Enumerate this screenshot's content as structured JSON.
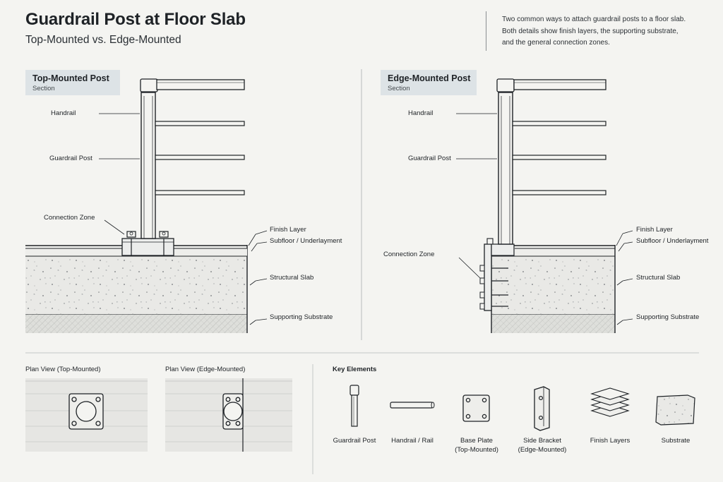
{
  "header": {
    "title": "Guardrail Post at Floor Slab",
    "subtitle": "Top-Mounted vs. Edge-Mounted",
    "intro_lines": [
      "Two common ways to attach guardrail posts to a floor slab.",
      "Both details show finish layers, the supporting substrate,",
      "and the general connection zones."
    ]
  },
  "top_mounted": {
    "title": "Top-Mounted Post",
    "subtitle": "Section",
    "labels": {
      "handrail": "Handrail",
      "guardrail_post": "Guardrail Post",
      "connection_zone": "Connection Zone",
      "finish_layer": "Finish Layer",
      "subfloor": "Subfloor / Underlayment",
      "structural_slab": "Structural Slab",
      "supporting_substrate": "Supporting Substrate"
    }
  },
  "edge_mounted": {
    "title": "Edge-Mounted Post",
    "subtitle": "Section",
    "labels": {
      "handrail": "Handrail",
      "guardrail_post": "Guardrail Post",
      "connection_zone": "Connection Zone",
      "finish_layer": "Finish Layer",
      "subfloor": "Subfloor / Underlayment",
      "structural_slab": "Structural Slab",
      "supporting_substrate": "Supporting Substrate"
    }
  },
  "plan_views": {
    "top": "Plan View (Top-Mounted)",
    "edge": "Plan View (Edge-Mounted)"
  },
  "key_elements": {
    "heading": "Key Elements",
    "items": [
      {
        "icon": "guardrail-post-icon",
        "label_lines": [
          "Guardrail Post"
        ]
      },
      {
        "icon": "handrail-icon",
        "label_lines": [
          "Handrail / Rail"
        ]
      },
      {
        "icon": "base-plate-icon",
        "label_lines": [
          "Base Plate",
          "(Top-Mounted)"
        ]
      },
      {
        "icon": "side-bracket-icon",
        "label_lines": [
          "Side Bracket",
          "(Edge-Mounted)"
        ]
      },
      {
        "icon": "finish-layers-icon",
        "label_lines": [
          "Finish Layers"
        ]
      },
      {
        "icon": "substrate-icon",
        "label_lines": [
          "Substrate"
        ]
      }
    ]
  },
  "colors": {
    "background": "#f4f4f1",
    "ink": "#1e2226",
    "tag_fill": "#dde3e6",
    "concrete": "#e8e8e5",
    "substrate": "#dcdcd8"
  }
}
